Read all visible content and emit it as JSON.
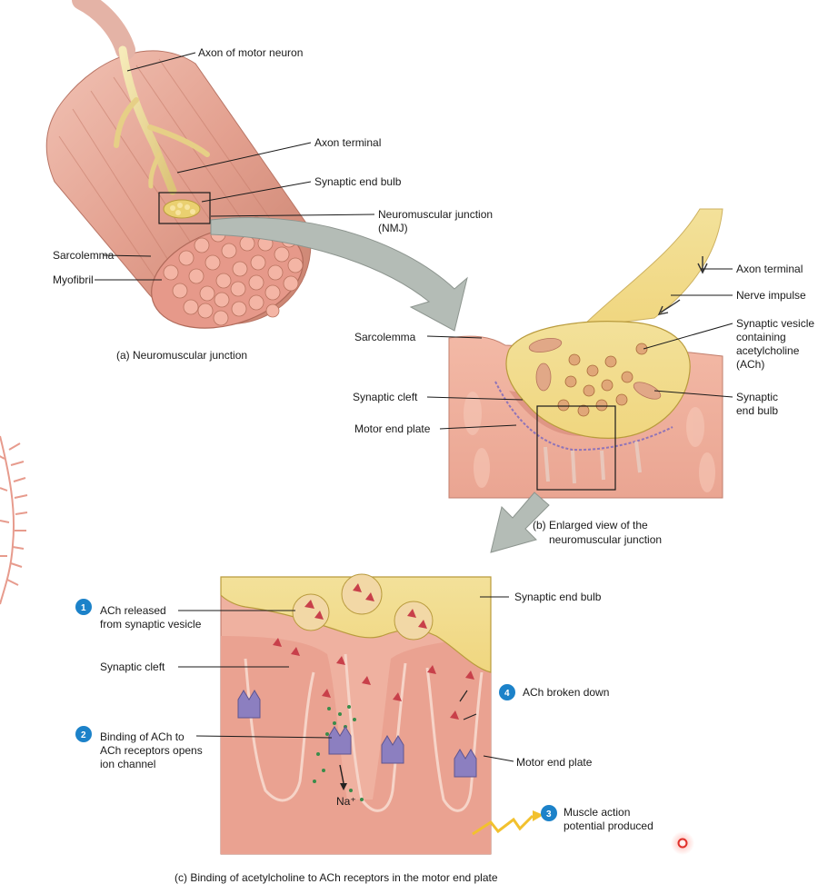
{
  "panel_a": {
    "labels": {
      "axon_motor_neuron": "Axon of motor neuron",
      "axon_terminal": "Axon terminal",
      "synaptic_end_bulb": "Synaptic end bulb",
      "nmj_line1": "Neuromuscular junction",
      "nmj_line2": "(NMJ)",
      "sarcolemma": "Sarcolemma",
      "myofibril": "Myofibril"
    },
    "caption": "(a) Neuromuscular junction"
  },
  "panel_b": {
    "labels": {
      "axon_terminal": "Axon terminal",
      "nerve_impulse": "Nerve impulse",
      "vesicle_line1": "Synaptic vesicle",
      "vesicle_line2": "containing",
      "vesicle_line3": "acetylcholine",
      "vesicle_line4": "(ACh)",
      "sarcolemma": "Sarcolemma",
      "synaptic_cleft": "Synaptic cleft",
      "motor_end_plate": "Motor end plate",
      "end_bulb_line1": "Synaptic",
      "end_bulb_line2": "end bulb"
    },
    "caption_line1": "(b) Enlarged view of the",
    "caption_line2": "neuromuscular junction"
  },
  "panel_c": {
    "steps": [
      {
        "number": "1",
        "line1": "ACh released",
        "line2": "from synaptic vesicle",
        "line3": ""
      },
      {
        "number": "2",
        "line1": "Binding of ACh to",
        "line2": "ACh receptors opens",
        "line3": "ion channel"
      },
      {
        "number": "3",
        "line1": "Muscle action",
        "line2": "potential produced",
        "line3": ""
      },
      {
        "number": "4",
        "line1": "ACh broken down",
        "line2": "",
        "line3": ""
      }
    ],
    "labels": {
      "synaptic_end_bulb": "Synaptic end bulb",
      "synaptic_cleft": "Synaptic cleft",
      "motor_end_plate": "Motor end plate",
      "na_ion": "Na⁺"
    },
    "caption": "(c) Binding of acetylcholine to ACh receptors in the motor end plate"
  },
  "colors": {
    "muscle": "#e7a99a",
    "muscle_dark": "#c9826f",
    "nerve": "#efe0a0",
    "nerve_dark": "#d8c070",
    "step_badge": "#1c82c9",
    "arrow_gray": "#b4bcb6",
    "cursor_red": "#e0302a"
  }
}
